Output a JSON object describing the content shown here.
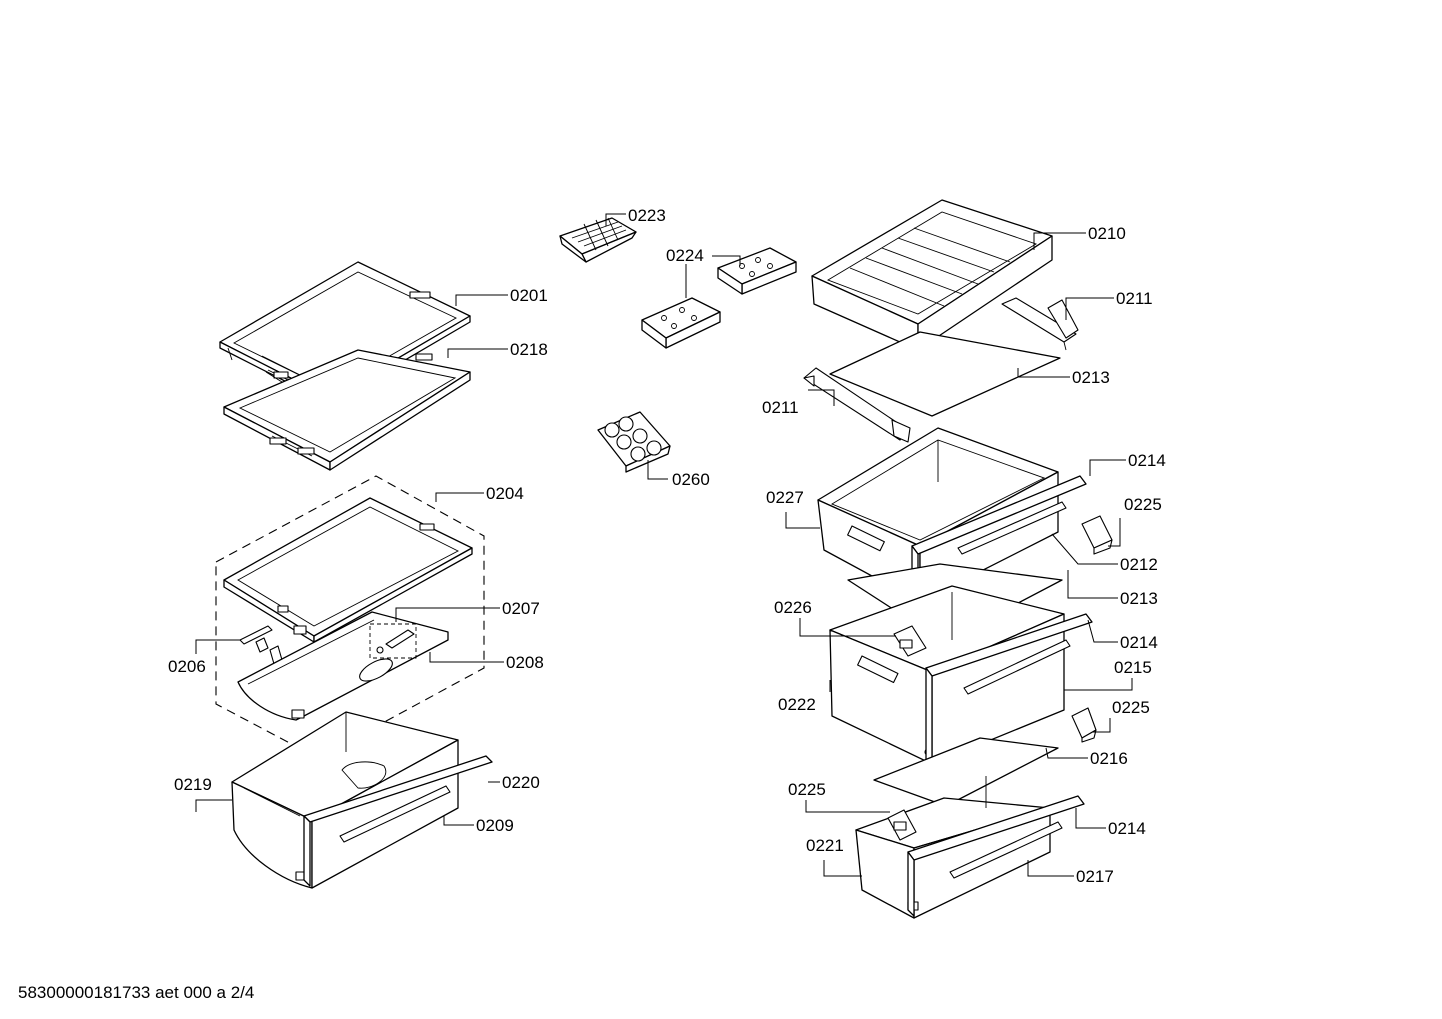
{
  "callouts": [
    {
      "id": "p0201",
      "text": "0201"
    },
    {
      "id": "p0218",
      "text": "0218"
    },
    {
      "id": "p0204",
      "text": "0204"
    },
    {
      "id": "p0207",
      "text": "0207"
    },
    {
      "id": "p0206",
      "text": "0206"
    },
    {
      "id": "p0208",
      "text": "0208"
    },
    {
      "id": "p0219",
      "text": "0219"
    },
    {
      "id": "p0220",
      "text": "0220"
    },
    {
      "id": "p0209",
      "text": "0209"
    },
    {
      "id": "p0223",
      "text": "0223"
    },
    {
      "id": "p0224",
      "text": "0224"
    },
    {
      "id": "p0260",
      "text": "0260"
    },
    {
      "id": "p0210",
      "text": "0210"
    },
    {
      "id": "p0211a",
      "text": "0211"
    },
    {
      "id": "p0213a",
      "text": "0213"
    },
    {
      "id": "p0211b",
      "text": "0211"
    },
    {
      "id": "p0214a",
      "text": "0214"
    },
    {
      "id": "p0227",
      "text": "0227"
    },
    {
      "id": "p0225a",
      "text": "0225"
    },
    {
      "id": "p0212",
      "text": "0212"
    },
    {
      "id": "p0213b",
      "text": "0213"
    },
    {
      "id": "p0226",
      "text": "0226"
    },
    {
      "id": "p0214b",
      "text": "0214"
    },
    {
      "id": "p0215",
      "text": "0215"
    },
    {
      "id": "p0222",
      "text": "0222"
    },
    {
      "id": "p0225b",
      "text": "0225"
    },
    {
      "id": "p0216",
      "text": "0216"
    },
    {
      "id": "p0225c",
      "text": "0225"
    },
    {
      "id": "p0214c",
      "text": "0214"
    },
    {
      "id": "p0221",
      "text": "0221"
    },
    {
      "id": "p0217",
      "text": "0217"
    }
  ],
  "footer": "58300000181733 aet 000 a 2/4"
}
